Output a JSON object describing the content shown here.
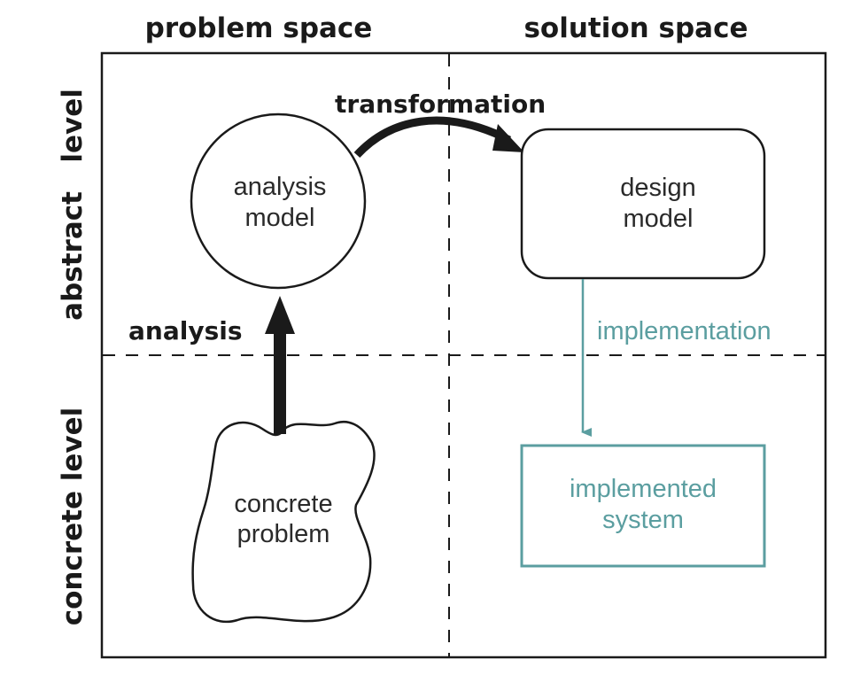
{
  "columns": {
    "left": "problem space",
    "right": "solution space"
  },
  "rows": {
    "top": "abstract   level",
    "bottom": "concrete level"
  },
  "nodes": {
    "analysis_model": [
      "analysis",
      "model"
    ],
    "design_model": [
      "design",
      "model"
    ],
    "concrete_problem": [
      "concrete",
      "problem"
    ],
    "implemented_system": [
      "implemented",
      "system"
    ]
  },
  "edges": {
    "analysis": "analysis",
    "transformation": "transformation",
    "implementation": "implementation"
  },
  "colors": {
    "teal": "#5b9ea0",
    "line": "#1a1a1a"
  }
}
